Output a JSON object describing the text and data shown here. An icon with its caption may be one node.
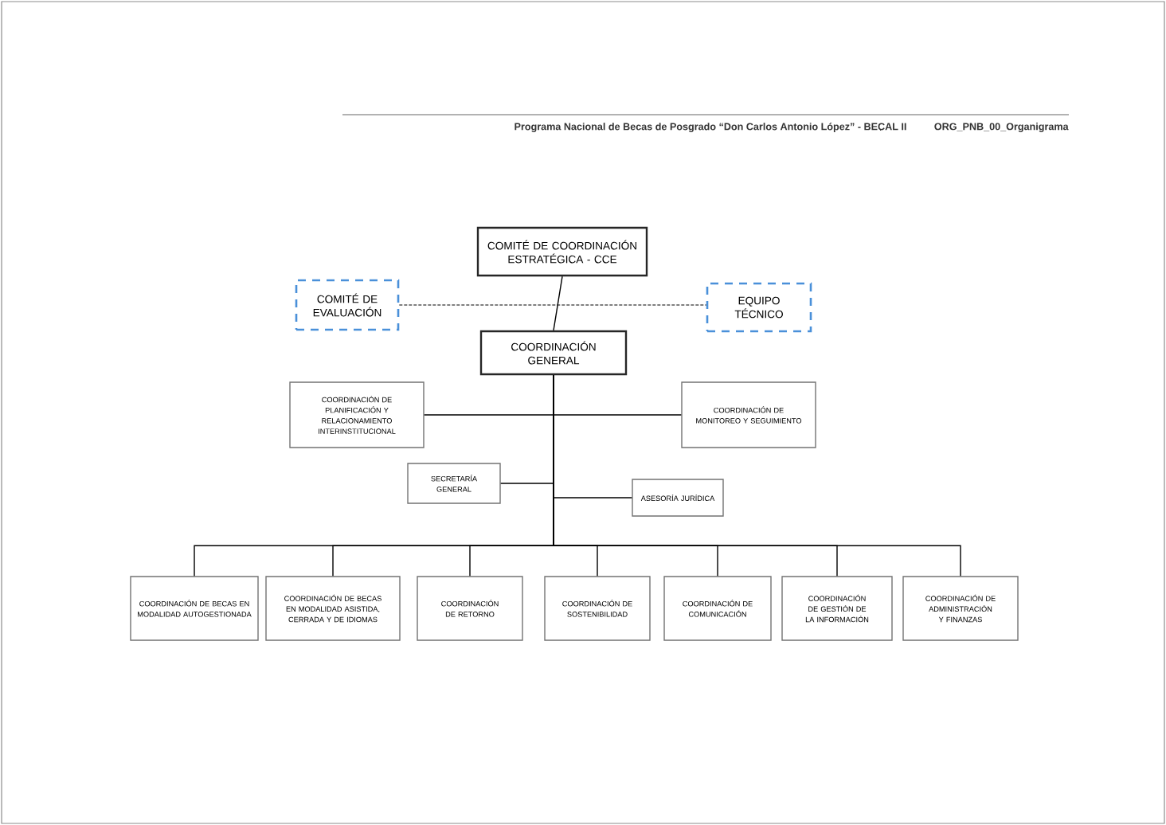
{
  "diagram": {
    "nodes": [
      {
        "text": [
          "COMITÉ DE COORDINACIÓN ESTRATÉGICA - CCE"
        ]
      },
      {
        "text": [
          "COMITÉ DE EVALUACIÓN"
        ]
      },
      {
        "text": [
          "EQUIPO TÉCNICO"
        ]
      },
      {
        "text": [
          "COORDINACIÓN GENERAL"
        ]
      },
      {
        "text": [
          "COORDINACIÓN DE PLANIFICACIÓN Y RELACIONAMIENTO INTERINSTITUCIONAL"
        ]
      },
      {
        "text": [
          "COORDINACIÓN DE MONITOREO Y SEGUIMIENTO"
        ]
      },
      {
        "text": [
          "SECRETARÍA GENERAL"
        ]
      },
      {
        "text": [
          "ASESORÍA JURÍDICA"
        ]
      },
      {
        "text": [
          "COORDINACIÓN DE BECAS EN MODALIDAD AUTOGESTIONADA"
        ]
      },
      {
        "text": [
          "COORDINACIÓN DE BECAS EN MODALIDAD ASISTIDA, CERRADA Y DE IDIOMAS"
        ]
      },
      {
        "text": [
          "COORDINACIÓN DE RETORNO"
        ]
      },
      {
        "text": [
          "COORDINACIÓN DE SOSTENIBILIDAD"
        ]
      },
      {
        "text": [
          "COORDINACIÓN DE COMUNICACIÓN"
        ]
      },
      {
        "text": [
          "COORDINACIÓN DE GESTIÓN DE LA INFORMACIÓN"
        ]
      },
      {
        "text": [
          "COORDINACIÓN DE ADMINISTRACIÓN Y FINANZAS"
        ]
      }
    ],
    "edges": [
      {
        "from": 0,
        "to": 3,
        "arrow": "none"
      },
      {
        "from": 1,
        "to": 2,
        "arrow": "none",
        "style": "dashed"
      },
      {
        "from": 3,
        "to": 4,
        "arrow": "none"
      },
      {
        "from": 3,
        "to": 5,
        "arrow": "none"
      },
      {
        "from": 3,
        "to": 6,
        "arrow": "none"
      },
      {
        "from": 3,
        "to": 7,
        "arrow": "none"
      },
      {
        "from": 3,
        "to": 8,
        "arrow": "none"
      },
      {
        "from": 3,
        "to": 9,
        "arrow": "none"
      },
      {
        "from": 3,
        "to": 10,
        "arrow": "none"
      },
      {
        "from": 3,
        "to": 11,
        "arrow": "none"
      },
      {
        "from": 3,
        "to": 12,
        "arrow": "none"
      },
      {
        "from": 3,
        "to": 13,
        "arrow": "none"
      },
      {
        "from": 3,
        "to": 14,
        "arrow": "none"
      }
    ],
    "labels": [
      "Programa Nacional de Becas de Posgrado “Don Carlos Antonio López” - BECAL II",
      "ORG_PNB_00_Organigrama"
    ]
  }
}
